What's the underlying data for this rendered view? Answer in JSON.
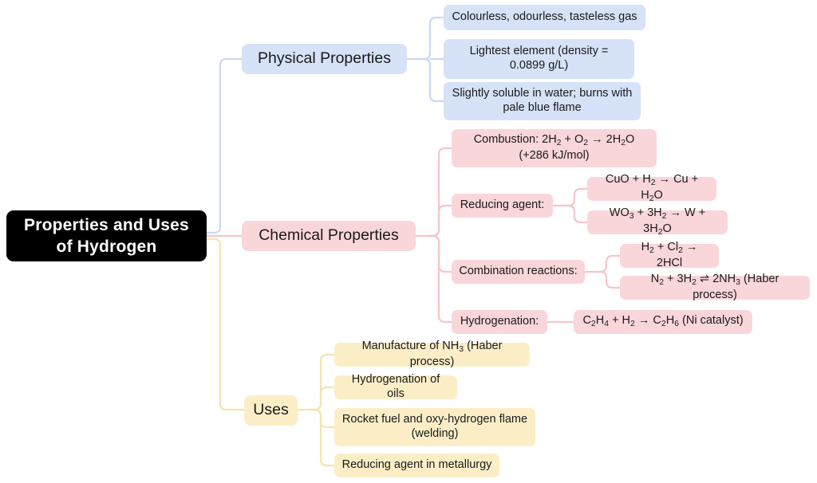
{
  "title": "Properties and Uses of Hydrogen",
  "colors": {
    "root_bg": "#000000",
    "root_text": "#ffffff",
    "physical": "#d6e2f7",
    "chemical": "#f9d6da",
    "uses": "#fbeec7",
    "edge_physical": "#ccd9f0",
    "edge_chemical": "#f3c6cc",
    "edge_uses": "#f4e3b4",
    "text": "#1a1a1a",
    "background": "#ffffff"
  },
  "root": {
    "label_line1": "Properties and Uses",
    "label_line2": "of Hydrogen"
  },
  "branches": [
    {
      "id": "physical",
      "label": "Physical Properties",
      "color": "#d6e2f7",
      "children": [
        {
          "label": "Colourless, odourless, tasteless gas"
        },
        {
          "label": "Lightest element (density = 0.0899 g/L)"
        },
        {
          "label": "Slightly soluble in water; burns with pale blue flame"
        }
      ]
    },
    {
      "id": "chemical",
      "label": "Chemical Properties",
      "color": "#f9d6da",
      "children": [
        {
          "label": "Combustion: 2H2 + O2 → 2H2O (+286 kJ/mol)",
          "html": "Combustion: 2H<sub>2</sub> + O<sub>2</sub> → 2H<sub>2</sub>O (+286 kJ/mol)"
        },
        {
          "label": "Reducing agent:",
          "html": "Reducing agent:",
          "children": [
            {
              "label": "CuO + H2 → Cu + H2O",
              "html": "CuO + H<sub>2</sub> → Cu + H<sub>2</sub>O"
            },
            {
              "label": "WO3 + 3H2 → W + 3H2O",
              "html": "WO<sub>3</sub> + 3H<sub>2</sub> → W + 3H<sub>2</sub>O"
            }
          ]
        },
        {
          "label": "Combination reactions:",
          "html": "Combination reactions:",
          "children": [
            {
              "label": "H2 + Cl2 → 2HCl",
              "html": "H<sub>2</sub> + Cl<sub>2</sub> → 2HCl"
            },
            {
              "label": "N2 + 3H2 ⇌ 2NH3 (Haber process)",
              "html": "N<sub>2</sub> + 3H<sub>2</sub> ⇌ 2NH<sub>3</sub> (Haber process)"
            }
          ]
        },
        {
          "label": "Hydrogenation:",
          "html": "Hydrogenation:",
          "children": [
            {
              "label": "C2H4 + H2 → C2H6 (Ni catalyst)",
              "html": "C<sub>2</sub>H<sub>4</sub> + H<sub>2</sub> → C<sub>2</sub>H<sub>6</sub> (Ni catalyst)"
            }
          ]
        }
      ]
    },
    {
      "id": "uses",
      "label": "Uses",
      "color": "#fbeec7",
      "children": [
        {
          "label": "Manufacture of NH3 (Haber process)",
          "html": "Manufacture of NH<sub>3</sub> (Haber process)"
        },
        {
          "label": "Hydrogenation of oils",
          "html": "Hydrogenation of oils"
        },
        {
          "label": "Rocket fuel and oxy-hydrogen flame (welding)",
          "html": "Rocket fuel and oxy-hydrogen flame (welding)"
        },
        {
          "label": "Reducing agent in metallurgy",
          "html": "Reducing agent in metallurgy"
        }
      ]
    }
  ]
}
